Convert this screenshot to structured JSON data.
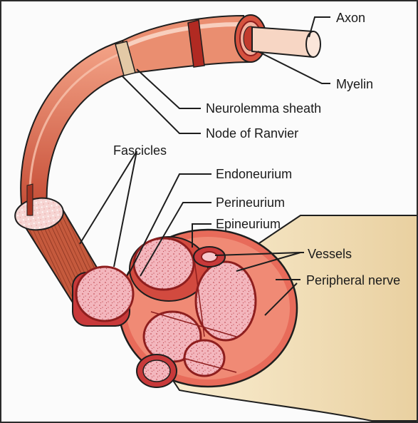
{
  "labels": {
    "axon": "Axon",
    "myelin": "Myelin",
    "neurolemma": "Neurolemma sheath",
    "node_of_ranvier": "Node of Ranvier",
    "fascicles": "Fascicles",
    "endoneurium": "Endoneurium",
    "perineurium": "Perineurium",
    "epineurium": "Epineurium",
    "vessels": "Vessels",
    "peripheral_nerve": "Peripheral nerve"
  },
  "colors": {
    "outline": "#1e1e1e",
    "nerve_fill": "#f1deb4",
    "axon_fill": "#f7d6c4",
    "myelin_red": "#c94a3a",
    "fascicle_pink": "#f2b5b8",
    "perineurium_red": "#d9473f",
    "dark_red": "#8e1e1e"
  }
}
